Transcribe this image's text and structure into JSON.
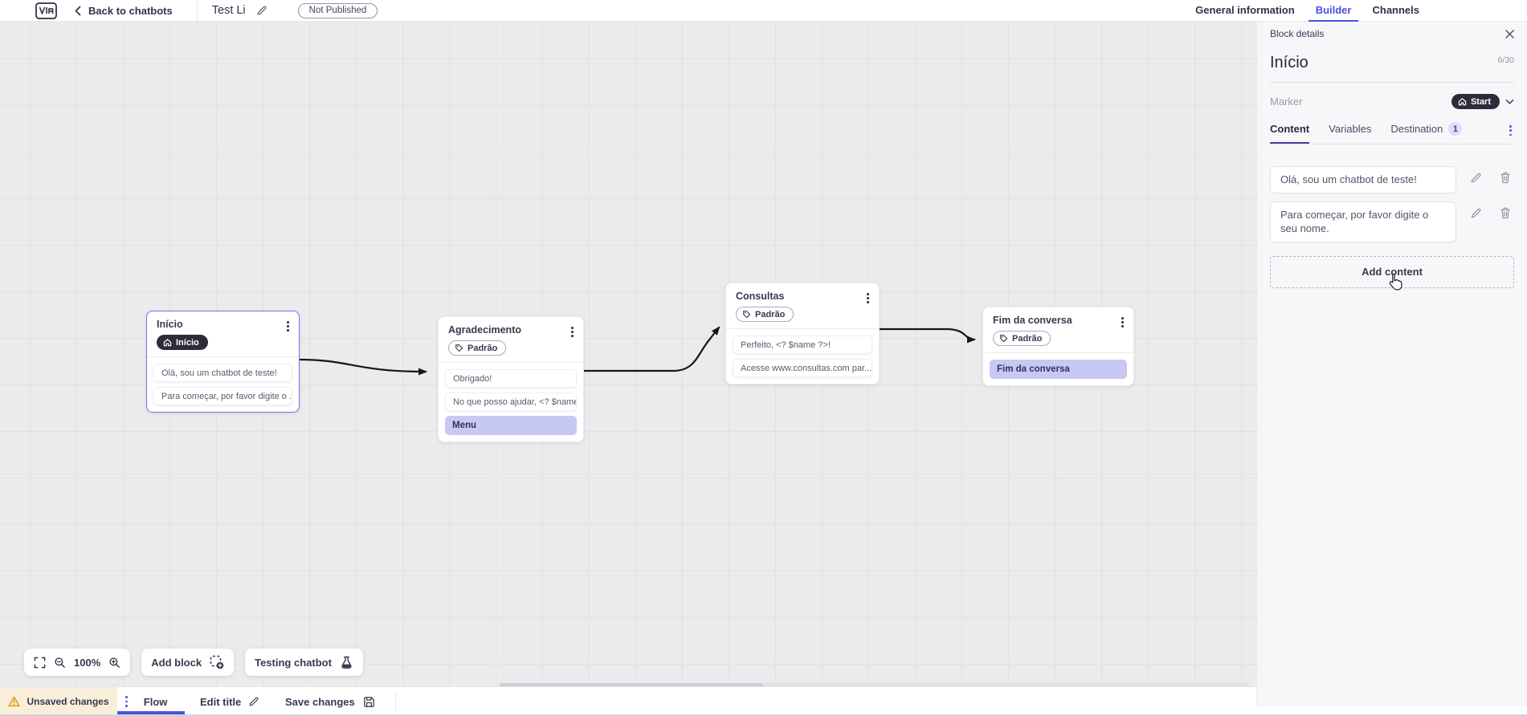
{
  "header": {
    "back_label": "Back to chatbots",
    "bot_title": "Test Li",
    "status_badge": "Not Published",
    "tabs": {
      "general": "General information",
      "builder": "Builder",
      "channels": "Channels"
    }
  },
  "panel": {
    "header_label": "Block details",
    "block_name": "Início",
    "name_counter": "6/30",
    "marker_label": "Marker",
    "marker_value": "Start",
    "tabs": {
      "content": "Content",
      "variables": "Variables",
      "destination": "Destination",
      "destination_badge": "1"
    },
    "contents": [
      "Olá, sou um chatbot de teste!",
      "Para começar, por favor digite o seu nome."
    ],
    "add_content_label": "Add content"
  },
  "canvas": {
    "blocks": [
      {
        "title": "Início",
        "badge_label": "Início",
        "messages": [
          "Olá, sou um chatbot de teste!",
          "Para começar, por favor digite o ..."
        ]
      },
      {
        "title": "Agradecimento",
        "tag": "Padrão",
        "messages": [
          "Obrigado!",
          "No que posso ajudar, <? $name ..."
        ],
        "button": "Menu"
      },
      {
        "title": "Consultas",
        "tag": "Padrão",
        "messages": [
          "Perfeito, <? $name ?>!",
          "Acesse www.consultas.com par..."
        ]
      },
      {
        "title": "Fim da conversa",
        "tag": "Padrão",
        "button": "Fim da conversa"
      }
    ]
  },
  "toolbar": {
    "zoom_level": "100%",
    "add_block_label": "Add block",
    "testing_label": "Testing chatbot"
  },
  "footer": {
    "unsaved_label": "Unsaved changes",
    "flow_label": "Flow",
    "edit_title_label": "Edit title",
    "save_label": "Save changes"
  },
  "colors": {
    "accent_blue": "#4752e0",
    "selected_border": "#7c6df0",
    "dark_badge": "#2e2b3b",
    "purple_button": "#c7c9f4",
    "warning_amber": "#e0a319",
    "wire": "#17171b",
    "panel_bg": "#f7f7fa",
    "canvas_bg": "#ebebed"
  }
}
